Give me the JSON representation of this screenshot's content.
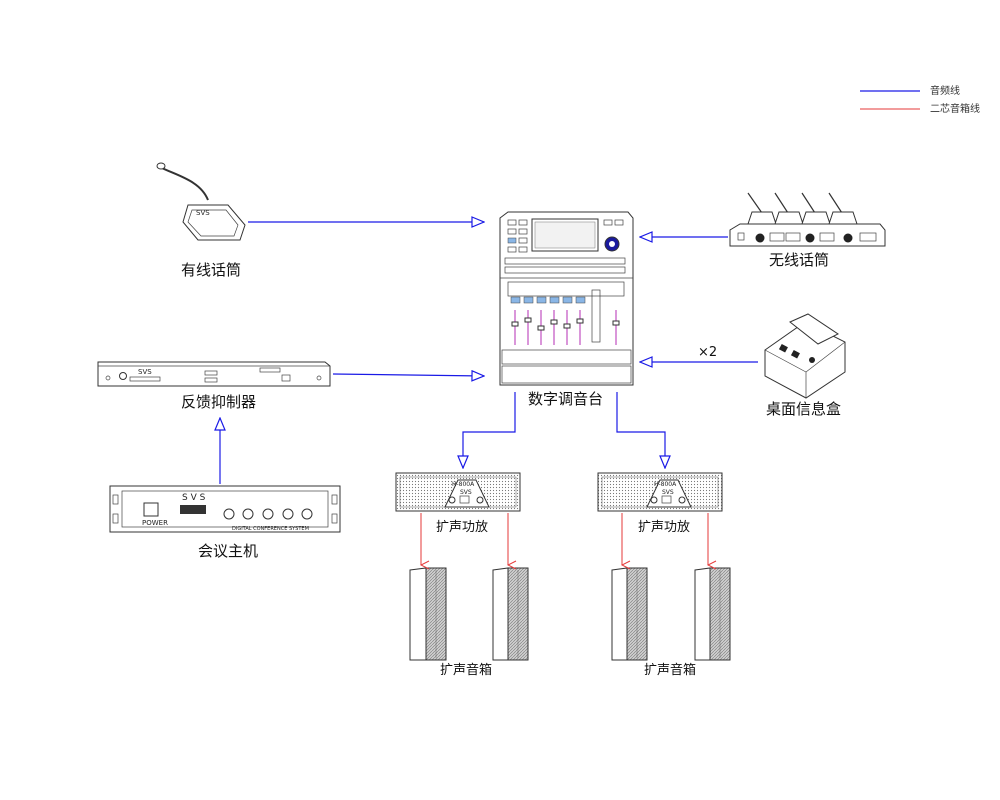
{
  "legend": {
    "audio_line": {
      "label": "音频线",
      "color": "#1a1ae6"
    },
    "speaker_line": {
      "label": "二芯音箱线",
      "color": "#e63a3a"
    }
  },
  "devices": {
    "wired_mic": {
      "label": "有线话筒",
      "logo": "SVS"
    },
    "wireless_mic": {
      "label": "无线话筒"
    },
    "feedback_suppressor": {
      "label": "反馈抑制器",
      "logo": "SVS"
    },
    "conference_host": {
      "label": "会议主机",
      "logo": "S V S",
      "power": "POWER",
      "subtitle": "DIGITAL CONFERENCE SYSTEM"
    },
    "digital_mixer": {
      "label": "数字调音台"
    },
    "desktop_box": {
      "label": "桌面信息盒",
      "multiplier": "×2"
    },
    "amp_left": {
      "label": "扩声功放",
      "model": "H-800A",
      "brand": "SVS"
    },
    "amp_right": {
      "label": "扩声功放",
      "model": "H-800A",
      "brand": "SVS"
    },
    "speakers_left": {
      "label": "扩声音箱"
    },
    "speakers_right": {
      "label": "扩声音箱"
    }
  }
}
